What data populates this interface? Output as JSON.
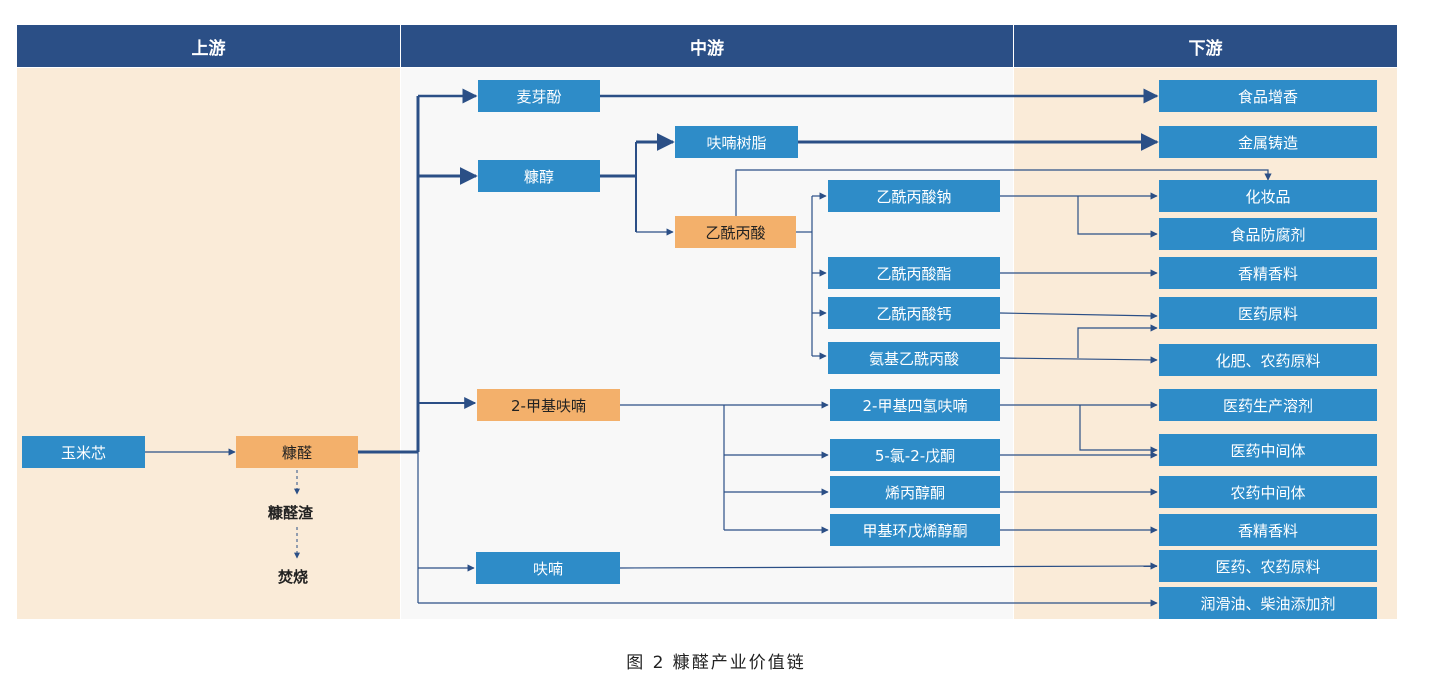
{
  "headers": {
    "upstream": "上游",
    "midstream": "中游",
    "downstream": "下游"
  },
  "upstream": {
    "corncob": "玉米芯",
    "furfural": "糠醛",
    "furfural_residue": "糠醛渣",
    "incineration": "焚烧"
  },
  "midstream": {
    "maltol": "麦芽酚",
    "furfuryl_alcohol": "糠醇",
    "furan_resin": "呋喃树脂",
    "pyruvic_acid": "乙酰丙酸",
    "sodium_pyruvate": "乙酰丙酸钠",
    "pyruvate_ester": "乙酰丙酸酯",
    "calcium_pyruvate": "乙酰丙酸钙",
    "amino_pyruvic_acid": "氨基乙酰丙酸",
    "methylfuran": "2-甲基呋喃",
    "methyl_thf": "2-甲基四氢呋喃",
    "chloro_pentanone": "5-氯-2-戊酮",
    "allyl_alcohol_ketone": "烯丙醇酮",
    "methyl_cyclopentenolone": "甲基环戊烯醇酮",
    "furan": "呋喃"
  },
  "downstream": {
    "food_flavor": "食品增香",
    "metal_casting": "金属铸造",
    "cosmetics": "化妆品",
    "food_preservative": "食品防腐剂",
    "flavor_fragrance_1": "香精香料",
    "pharma_raw": "医药原料",
    "fertilizer_pesticide": "化肥、农药原料",
    "pharma_solvent": "医药生产溶剂",
    "pharma_intermediate": "医药中间体",
    "pesticide_intermediate": "农药中间体",
    "flavor_fragrance_2": "香精香料",
    "pharma_pesticide_raw": "医药、农药原料",
    "lubricant_diesel_additive": "润滑油、柴油添加剂"
  },
  "caption": "图 2  糠醛产业价值链",
  "colors": {
    "header": "#2b4f86",
    "node_blue": "#2e8cc8",
    "node_orange": "#f3b06b",
    "zone_beige": "#faebd8",
    "line": "#2b4f86"
  }
}
